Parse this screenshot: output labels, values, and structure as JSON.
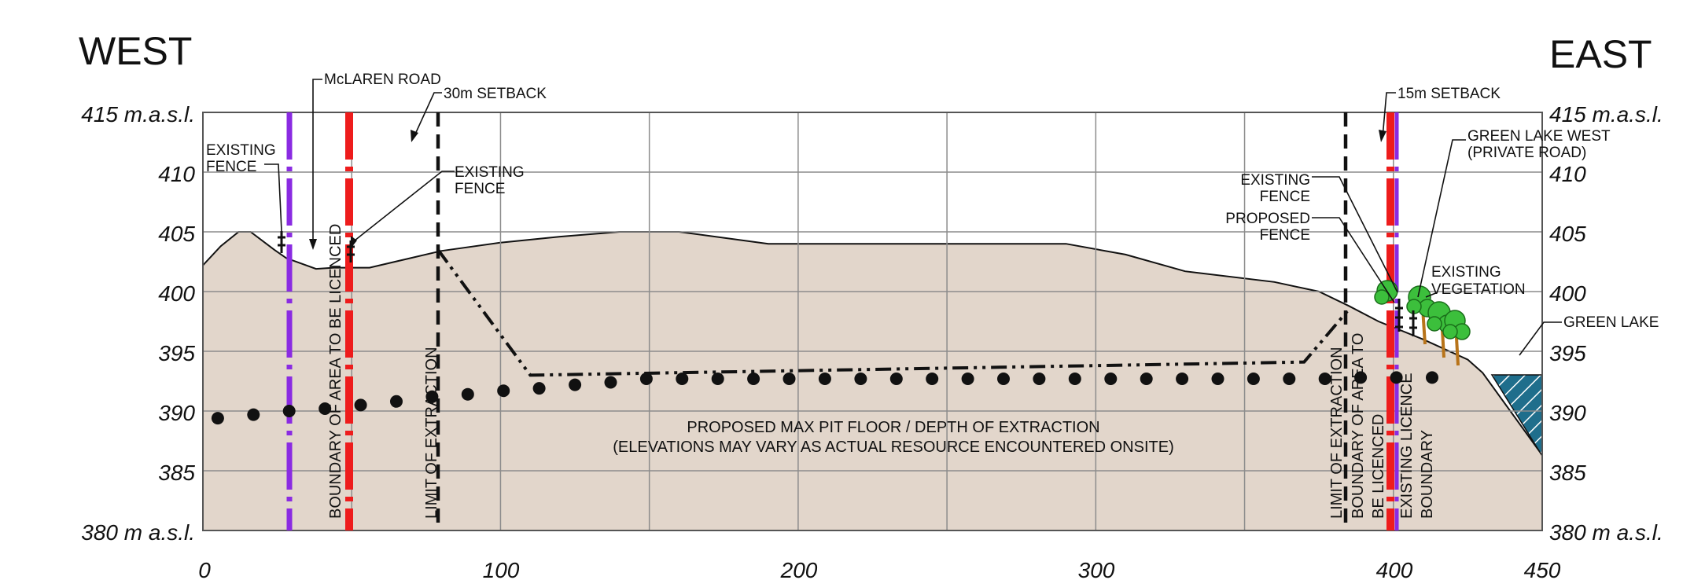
{
  "title_west": "WEST",
  "title_east": "EAST",
  "x_ticks": [
    "0",
    "100",
    "200",
    "300",
    "400",
    "450"
  ],
  "y_labels_left": [
    "415  m.a.s.l.",
    "410",
    "405",
    "400",
    "395",
    "390",
    "385",
    "380  m  a.s.l."
  ],
  "y_labels_right": [
    "415  m.a.s.l.",
    "410",
    "405",
    "400",
    "395",
    "390",
    "385",
    "380  m  a.s.l."
  ],
  "annotations": {
    "mclaren_road": "McLAREN ROAD",
    "setback_30m": "30m SETBACK",
    "setback_15m": "15m SETBACK",
    "existing_fence_w1": "EXISTING",
    "existing_fence_w2": "FENCE",
    "existing_fence_c1": "EXISTING",
    "existing_fence_c2": "FENCE",
    "existing_fence_e1": "EXISTING",
    "existing_fence_e2": "FENCE",
    "proposed_fence1": "PROPOSED",
    "proposed_fence2": "FENCE",
    "green_lake_west1": "GREEN LAKE WEST",
    "green_lake_west2": "(PRIVATE ROAD)",
    "existing_vegetation1": "EXISTING",
    "existing_vegetation2": "VEGETATION",
    "green_lake": "GREEN LAKE",
    "pit_floor1": "PROPOSED MAX PIT FLOOR / DEPTH OF EXTRACTION",
    "pit_floor2": "(ELEVATIONS MAY VARY AS ACTUAL RESOURCE ENCOUNTERED ONSITE)"
  },
  "vertical_labels": {
    "boundary_west": "BOUNDARY OF AREA TO BE LICENCED",
    "limit_west": "LIMIT OF EXTRACTION",
    "limit_east": "LIMIT OF EXTRACTION",
    "boundary_east1": "BOUNDARY OF AREA TO",
    "boundary_east2": "BE LICENCED",
    "licence_east1": "EXISTING LICENCE",
    "licence_east2": "BOUNDARY"
  },
  "colors": {
    "ground": "#e2d6cb",
    "grid": "#8c8c8c",
    "purple_boundary": "#8a2be2",
    "red_boundary": "#ee1c1c",
    "water": "#1f6e8c",
    "trees": "#3cbf3c",
    "trunks": "#b8741a"
  },
  "profile": {
    "x_range": [
      0,
      450
    ],
    "elevation_range": [
      380,
      415
    ],
    "ground_surface": [
      [
        0,
        402.2
      ],
      [
        6,
        403.8
      ],
      [
        12,
        405
      ],
      [
        16,
        405
      ],
      [
        24,
        403.5
      ],
      [
        28,
        402.8
      ],
      [
        38,
        401.9
      ],
      [
        44,
        402
      ],
      [
        56,
        402
      ],
      [
        80,
        403.4
      ],
      [
        100,
        404.1
      ],
      [
        120,
        404.6
      ],
      [
        140,
        405
      ],
      [
        160,
        405
      ],
      [
        190,
        404
      ],
      [
        290,
        404
      ],
      [
        310,
        403.1
      ],
      [
        330,
        401.7
      ],
      [
        360,
        400.8
      ],
      [
        375,
        400
      ],
      [
        385,
        398.8
      ],
      [
        395,
        397.5
      ],
      [
        410,
        396
      ],
      [
        425,
        394.3
      ],
      [
        430,
        393.2
      ],
      [
        450,
        386.3
      ]
    ],
    "extraction_limit": [
      [
        79,
        403.5
      ],
      [
        110,
        393
      ],
      [
        370,
        394.1
      ],
      [
        385,
        398.5
      ]
    ],
    "pit_floor_points": [
      [
        5,
        389.4
      ],
      [
        17,
        389.7
      ],
      [
        29,
        390
      ],
      [
        41,
        390.2
      ],
      [
        53,
        390.5
      ],
      [
        65,
        390.8
      ],
      [
        77,
        391.2
      ],
      [
        89,
        391.4
      ],
      [
        101,
        391.7
      ],
      [
        113,
        391.9
      ],
      [
        125,
        392.2
      ],
      [
        137,
        392.4
      ],
      [
        149,
        392.7
      ],
      [
        161,
        392.7
      ],
      [
        173,
        392.7
      ],
      [
        185,
        392.7
      ],
      [
        197,
        392.7
      ],
      [
        209,
        392.7
      ],
      [
        221,
        392.7
      ],
      [
        233,
        392.7
      ],
      [
        245,
        392.7
      ],
      [
        257,
        392.7
      ],
      [
        269,
        392.7
      ],
      [
        281,
        392.7
      ],
      [
        293,
        392.7
      ],
      [
        305,
        392.7
      ],
      [
        317,
        392.7
      ],
      [
        329,
        392.7
      ],
      [
        341,
        392.7
      ],
      [
        353,
        392.7
      ],
      [
        365,
        392.7
      ],
      [
        377,
        392.7
      ],
      [
        389,
        392.8
      ],
      [
        401,
        392.8
      ],
      [
        413,
        392.8
      ]
    ]
  }
}
